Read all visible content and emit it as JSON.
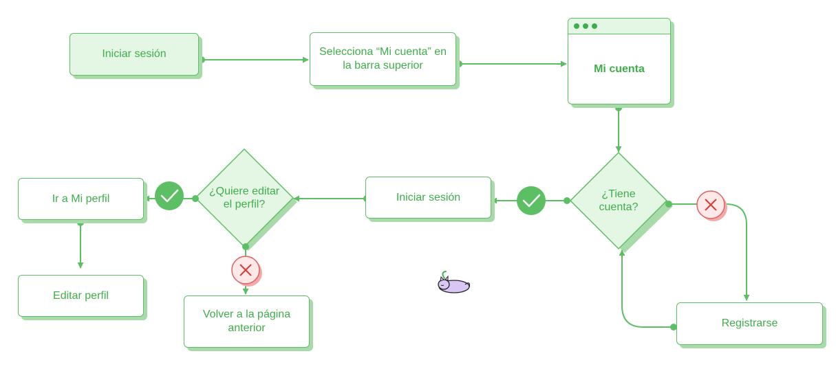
{
  "colors": {
    "stroke": "#5cbf64",
    "text": "#3fae4a",
    "fill_light": "#e4f7e4",
    "shadow": "#a9dbaa",
    "check_circle": "#5cbf64",
    "cross_circle": "#ffe8e8",
    "cross_mark": "#d93b3b"
  },
  "nodes": {
    "login_start": "Iniciar sesión",
    "select_account": "Selecciona  “Mi cuenta” en\nla barra superior",
    "my_account": "Mi cuenta",
    "has_account": "¿Tiene\ncuenta?",
    "login": "Iniciar sesión",
    "edit_profile_question": "¿Quiere editar\nel perfil?",
    "go_profile": "Ir a Mi perfil",
    "edit_profile": "Editar perfil",
    "go_back": "Volver a la página\nanterior",
    "register": "Registrarse"
  },
  "markers": {
    "yes_icon": "check-icon",
    "no_icon": "close-icon",
    "mascot_icon": "sleeping-cat-icon"
  }
}
